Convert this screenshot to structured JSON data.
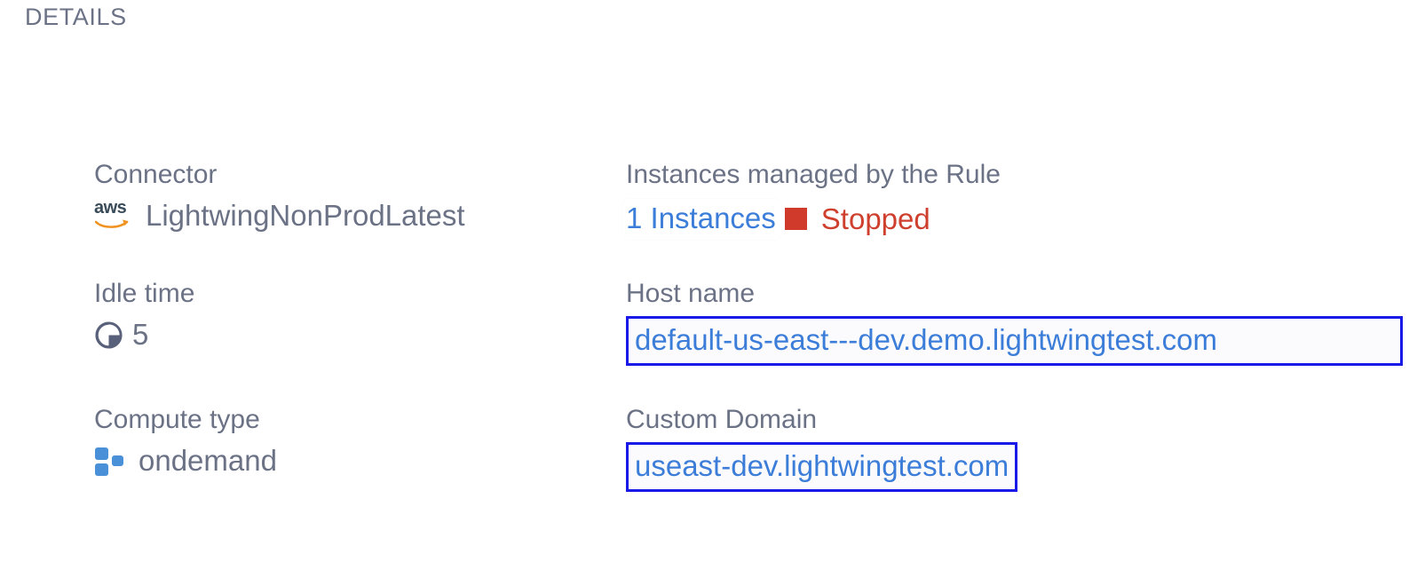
{
  "section": {
    "title": "DETAILS"
  },
  "fields": {
    "connector": {
      "label": "Connector",
      "value": "LightwingNonProdLatest",
      "icon": "aws-logo-icon"
    },
    "instances": {
      "label": "Instances managed by the Rule",
      "count_label": "1 Instances",
      "status": "Stopped",
      "status_color": "#cf3f2d",
      "status_marker": "stopped-square-icon"
    },
    "idle_time": {
      "label": "Idle time",
      "value": "5",
      "icon": "clock-icon"
    },
    "host_name": {
      "label": "Host name",
      "value": "default-us-east---dev.demo.lightwingtest.com"
    },
    "compute_type": {
      "label": "Compute type",
      "value": "ondemand",
      "icon": "compute-blocks-icon"
    },
    "custom_domain": {
      "label": "Custom Domain",
      "value": "useast-dev.lightwingtest.com"
    }
  },
  "colors": {
    "label_gray": "#6b7285",
    "link_blue": "#3b7dd8",
    "highlight_border": "#1a1ae8",
    "status_red": "#cf3f2d",
    "aws_orange": "#f0921f",
    "compute_blue": "#4a90d9"
  }
}
